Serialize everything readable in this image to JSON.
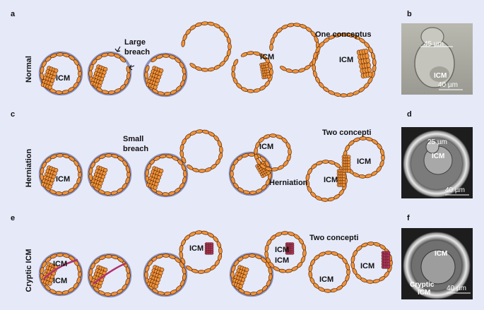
{
  "panels": {
    "a": {
      "letter": "a",
      "row_label": "Normal",
      "notes": [
        "Large",
        "breach",
        "One conceptus"
      ],
      "icm": "ICM"
    },
    "b": {
      "letter": "b",
      "measure": "45 µm",
      "icm": "ICM",
      "scale": "40 µm"
    },
    "c": {
      "letter": "c",
      "row_label": "Herniation",
      "notes": [
        "Small",
        "breach",
        "Two concepti",
        "Herniation"
      ],
      "icm": "ICM"
    },
    "d": {
      "letter": "d",
      "measure": "25 µm",
      "icm": "ICM",
      "scale": "40 µm"
    },
    "e": {
      "letter": "e",
      "row_label": "Cryptic ICM",
      "notes": [
        "Two concepti"
      ],
      "icm": "ICM"
    },
    "f": {
      "letter": "f",
      "icm": "ICM",
      "cryptic": [
        "Cryptic",
        "ICM"
      ],
      "scale": "40 µm"
    }
  },
  "colors": {
    "background": "#e6e9f8",
    "cell": "#f0933a",
    "cell_outline": "#5a2a08",
    "zona": "#8a8fb8",
    "cryptic_cell": "#b0306a"
  }
}
